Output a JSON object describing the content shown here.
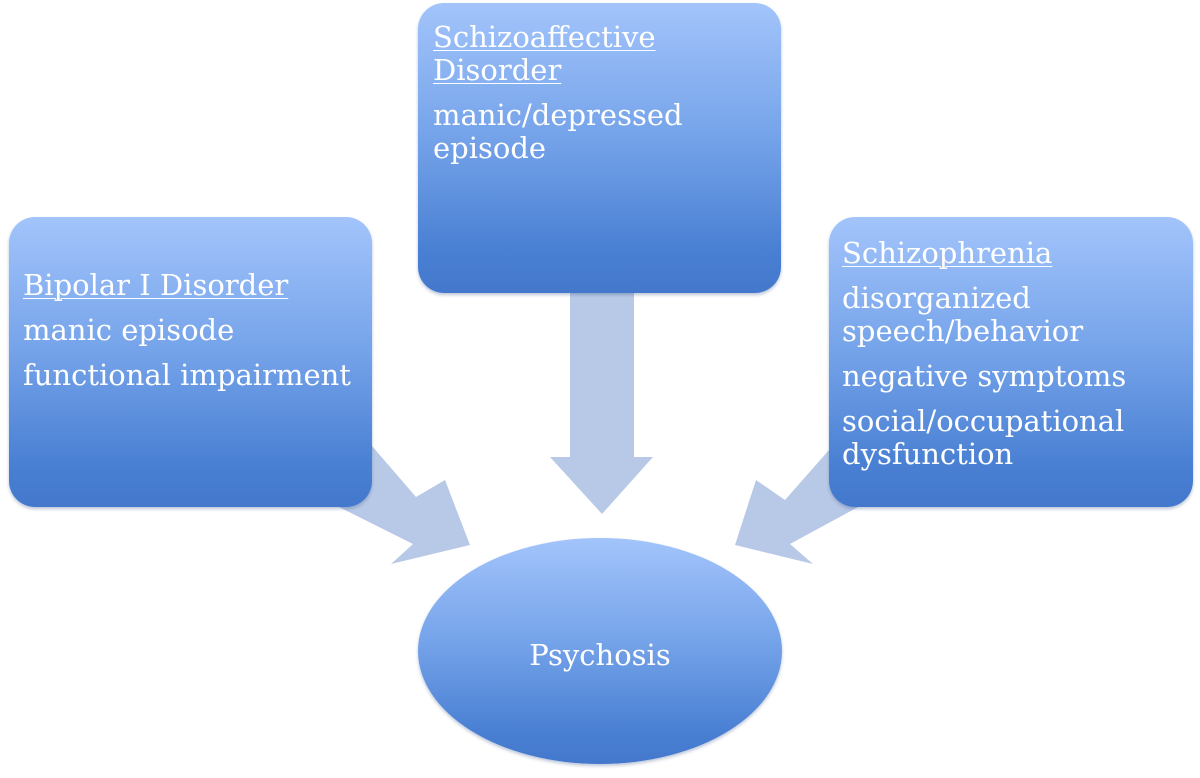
{
  "nodes": {
    "schizoaffective": {
      "title": "Schizoaffective Disorder",
      "items": [
        "manic/depressed episode"
      ]
    },
    "bipolar": {
      "title": "Bipolar I Disorder",
      "items": [
        "manic episode",
        "functional impairment"
      ]
    },
    "schizophrenia": {
      "title": "Schizophrenia",
      "items": [
        "disorganized speech/behavior",
        "negative symptoms",
        "social/occupational dysfunction"
      ]
    },
    "outcome": {
      "label": "Psychosis"
    }
  },
  "colors": {
    "box_top": "#a3c4fb",
    "box_bottom": "#4378cc",
    "arrow": "#b4c6e6",
    "text": "#ffffff"
  }
}
